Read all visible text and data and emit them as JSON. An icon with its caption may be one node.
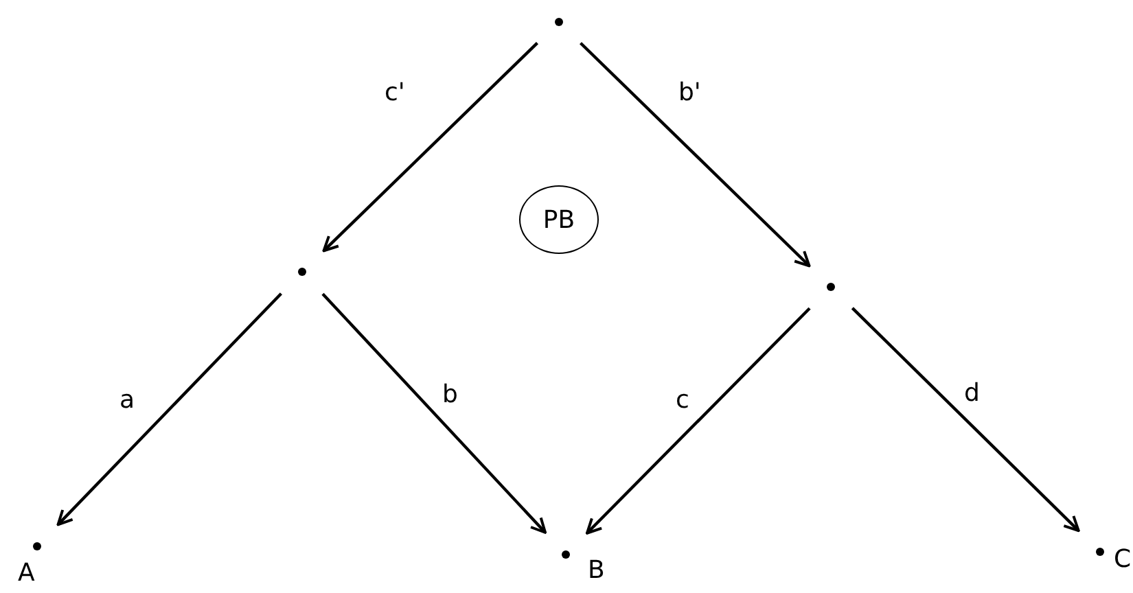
{
  "diagram": {
    "nodes": [
      {
        "text": [],
        "shape": "circle"
      },
      {
        "text": [],
        "shape": "circle"
      },
      {
        "text": [],
        "shape": "circle"
      },
      {
        "text": [
          "A"
        ]
      },
      {
        "text": [
          "B"
        ]
      },
      {
        "text": [
          "C"
        ]
      },
      {
        "text": [
          "PB"
        ]
      }
    ],
    "edges": [
      {
        "from": 0,
        "to": 1,
        "arrow": "to",
        "label": "c'"
      },
      {
        "from": 0,
        "to": 2,
        "arrow": "to",
        "label": "b'"
      },
      {
        "from": 1,
        "to": 3,
        "arrow": "to",
        "label": "a"
      },
      {
        "from": 1,
        "to": 4,
        "arrow": "to",
        "label": "b"
      },
      {
        "from": 2,
        "to": 4,
        "arrow": "to",
        "label": "c"
      },
      {
        "from": 2,
        "to": 5,
        "arrow": "to",
        "label": "d"
      }
    ]
  }
}
